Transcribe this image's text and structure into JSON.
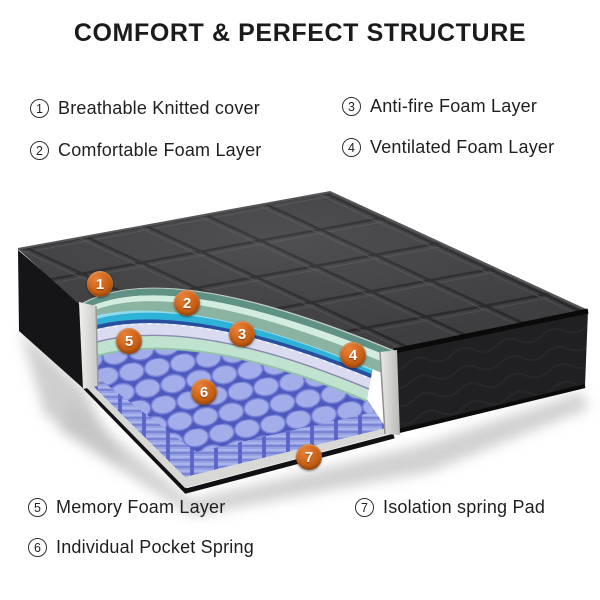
{
  "title": "COMFORT & PERFECT STRUCTURE",
  "legend": {
    "top_left": [
      {
        "num": "1",
        "label": "Breathable Knitted cover"
      },
      {
        "num": "2",
        "label": "Comfortable Foam Layer"
      }
    ],
    "top_right": [
      {
        "num": "3",
        "label": "Anti-fire Foam Layer"
      },
      {
        "num": "4",
        "label": "Ventilated Foam Layer"
      }
    ],
    "bottom_left": [
      {
        "num": "5",
        "label": "Memory Foam Layer"
      },
      {
        "num": "6",
        "label": "Individual Pocket Spring"
      }
    ],
    "bottom_right": [
      {
        "num": "7",
        "label": "Isolation spring Pad"
      }
    ]
  },
  "markers": [
    {
      "n": "1"
    },
    {
      "n": "2"
    },
    {
      "n": "3"
    },
    {
      "n": "4"
    },
    {
      "n": "5"
    },
    {
      "n": "6"
    },
    {
      "n": "7"
    }
  ],
  "colors": {
    "marker_orange": "#cd6316",
    "quilt_top": "#3e3e40",
    "side_dark": "#1d1d1f",
    "sage_green": "#5f9285",
    "mint_stripe": "#d2ecdf",
    "cyan": "#2fb2d8",
    "cyan_light": "#93dbea",
    "navy": "#2b4d9d",
    "lavender": "#dadaf0",
    "memory_mint": "#bfe3cf",
    "spring_periwinkle": "#9aa5e6",
    "spring_gap": "#4e59be",
    "pad_gray": "#d8d8d6"
  }
}
